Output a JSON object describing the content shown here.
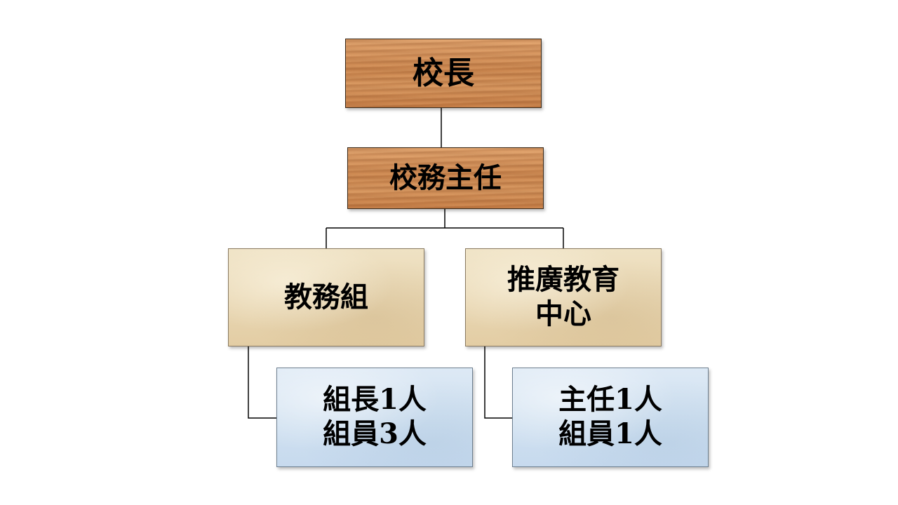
{
  "org_chart": {
    "principal": {
      "label": "校長"
    },
    "director": {
      "label": "校務主任"
    },
    "units": [
      {
        "label_lines": [
          "教務組"
        ],
        "staff_lines": [
          "組長1人",
          "組員3人"
        ]
      },
      {
        "label_lines": [
          "推廣教育",
          "中心"
        ],
        "staff_lines": [
          "主任1人",
          "組員1人"
        ]
      }
    ]
  },
  "colors": {
    "connector": "#000000",
    "top_tier": "#d08a52",
    "unit_tier": "#e8d6b2",
    "staff_tier": "#cfe0f0"
  }
}
